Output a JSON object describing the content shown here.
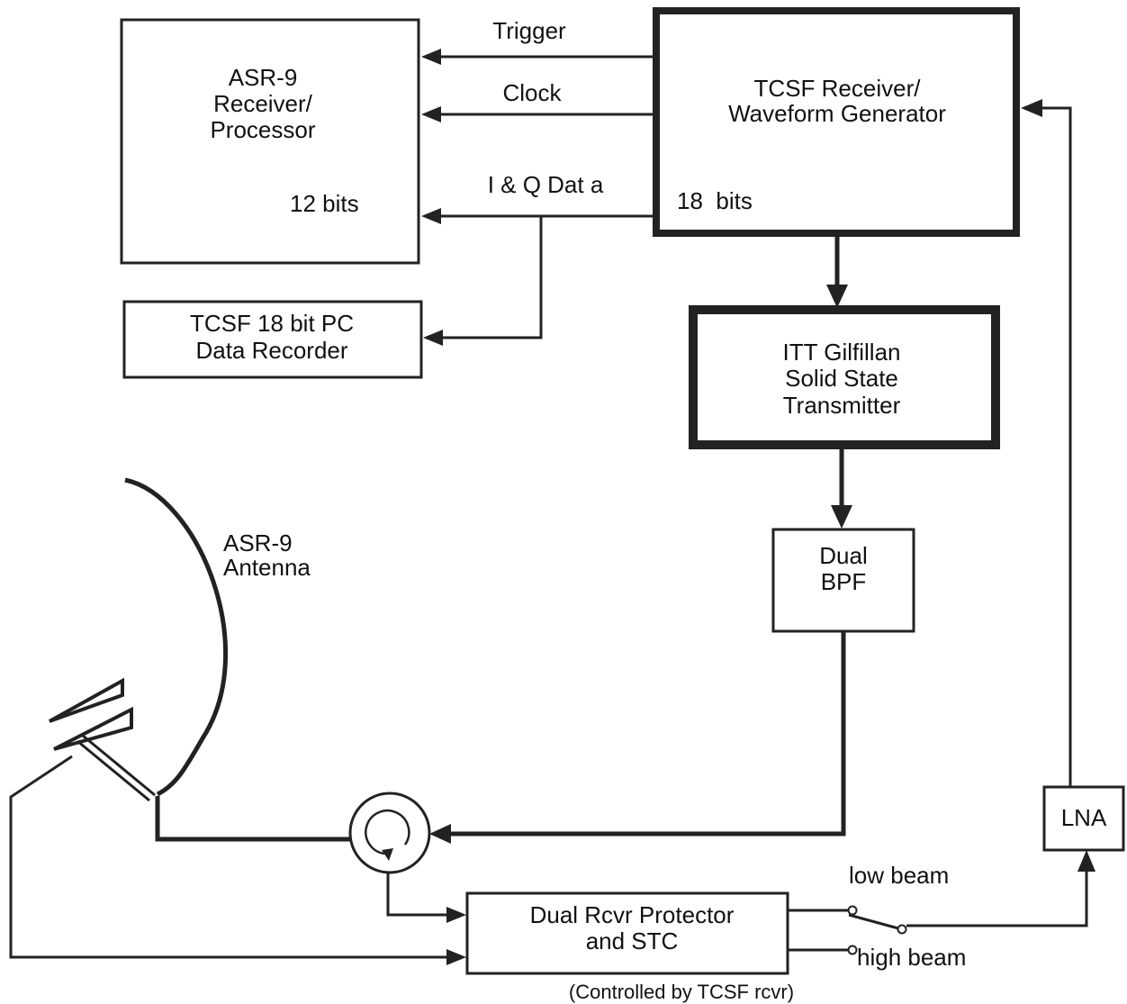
{
  "blocks": {
    "asr9_receiver": {
      "lines": [
        "ASR-9",
        "Receiver/",
        "Processor"
      ],
      "bits": "12 bits"
    },
    "tcsf_receiver": {
      "lines": [
        "TCSF Receiver/",
        "Waveform Generator"
      ],
      "bits": "18  bits"
    },
    "data_recorder": {
      "lines": [
        "TCSF 18 bit PC",
        "Data Recorder"
      ]
    },
    "transmitter": {
      "lines": [
        "ITT Gilfillan",
        "Solid State",
        "Transmitter"
      ]
    },
    "dual_bpf": {
      "lines": [
        "Dual",
        "BPF"
      ]
    },
    "lna": {
      "label": "LNA"
    },
    "rcvr_protector": {
      "lines": [
        "Dual Rcvr Protector",
        "and STC"
      ],
      "note": "(Controlled by TCSF rcvr)"
    }
  },
  "signals": {
    "trigger": "Trigger",
    "clock": "Clock",
    "iq_data": "I & Q Dat a"
  },
  "antenna": {
    "lines": [
      "ASR-9",
      "Antenna"
    ]
  },
  "switch": {
    "low_beam": "low beam",
    "high_beam": "high beam"
  },
  "colors": {
    "line": "#222222",
    "text": "#111111",
    "background": "#ffffff"
  }
}
